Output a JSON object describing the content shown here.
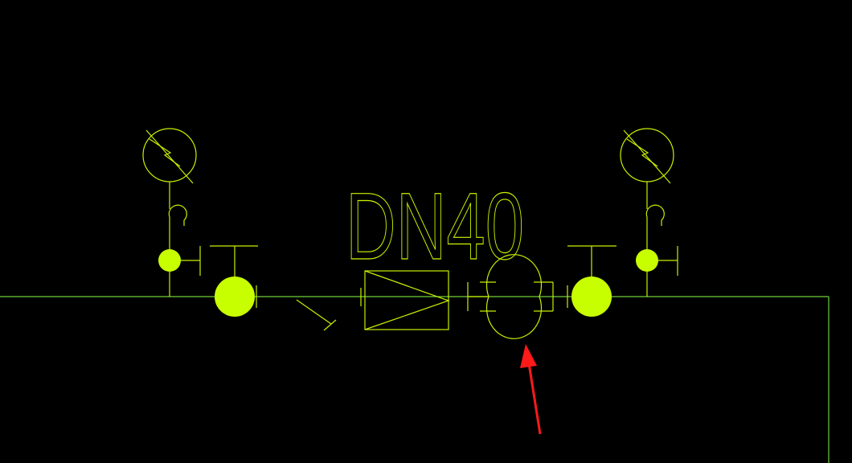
{
  "drawing": {
    "label": "DN40",
    "colors": {
      "background": "#000000",
      "pipe_line": "#6fcf3a",
      "symbol_stroke": "#c8f000",
      "symbol_fill": "#c8ff00",
      "arrow": "#ff1a1a"
    },
    "symbols": {
      "gauges": [
        "pressure-gauge",
        "pressure-gauge"
      ],
      "gate_valves": [
        "gate-valve",
        "gate-valve"
      ],
      "small_valves": [
        "needle-valve",
        "needle-valve"
      ],
      "inline": [
        "strainer",
        "check-valve",
        "flow-meter"
      ],
      "annotation": "red-arrow"
    }
  }
}
